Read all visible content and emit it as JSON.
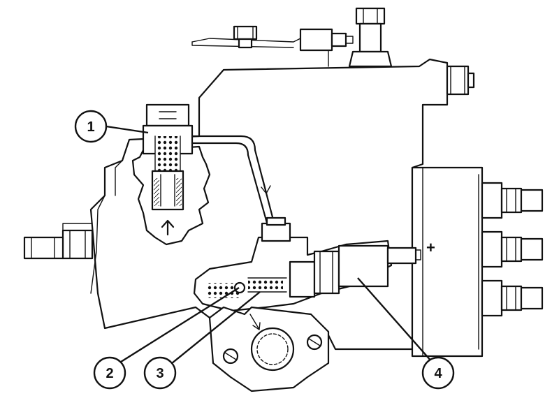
{
  "callouts": [
    {
      "number": "1"
    },
    {
      "number": "2"
    },
    {
      "number": "3"
    },
    {
      "number": "4"
    }
  ],
  "terminal_sign": "+"
}
